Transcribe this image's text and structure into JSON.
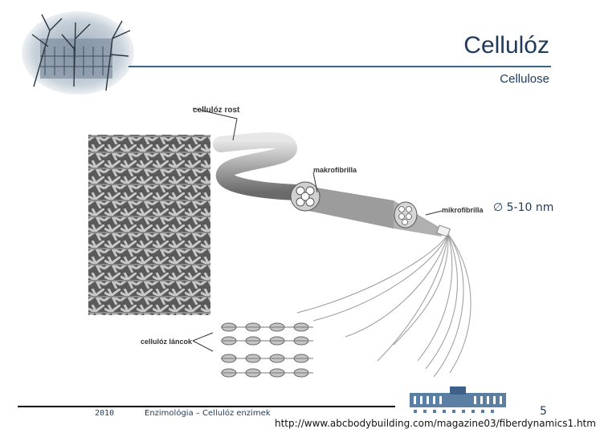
{
  "header": {
    "title": "Cellulóz",
    "subtitle": "Cellulose"
  },
  "figure": {
    "labels": {
      "fiber": "cellulóz rost",
      "macrofibril": "makrofibrilla",
      "microfibril": "mikrofibrilla",
      "chains": "cellulóz láncok"
    },
    "diameter_note": "∅ 5-10 nm"
  },
  "footer": {
    "year": "2010",
    "course": "Enzimológia – Cellulóz enzimek",
    "page_number": "5",
    "source_url": "http://www.abcbodybuilding.com/magazine03/fiberdynamics1.htm"
  },
  "colors": {
    "title": "#1f3a5a",
    "rule": "#3d6384"
  }
}
